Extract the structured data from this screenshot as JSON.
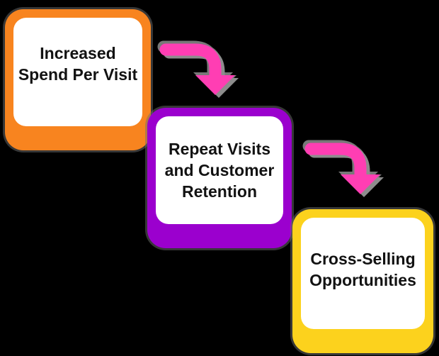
{
  "diagram": {
    "background_color": "#000000",
    "steps": [
      {
        "id": "increased-spend",
        "label": "Increased\nSpend Per Visit",
        "border_color": "#F8841F",
        "panel_color": "#FFFFFF",
        "text_color": "#121212"
      },
      {
        "id": "repeat-visits",
        "label": "Repeat Visits\nand Customer\nRetention",
        "border_color": "#9B00CE",
        "panel_color": "#FFFFFF",
        "text_color": "#121212"
      },
      {
        "id": "cross-selling",
        "label": "Cross-Selling\nOpportunities",
        "border_color": "#FCD21D",
        "panel_color": "#FFFFFF",
        "text_color": "#121212"
      }
    ],
    "arrows": [
      {
        "id": "arrow-1",
        "color": "#FF3EB3",
        "shadow_color": "#8D8D8D"
      },
      {
        "id": "arrow-2",
        "color": "#FF3EB3",
        "shadow_color": "#8D8D8D"
      }
    ]
  }
}
